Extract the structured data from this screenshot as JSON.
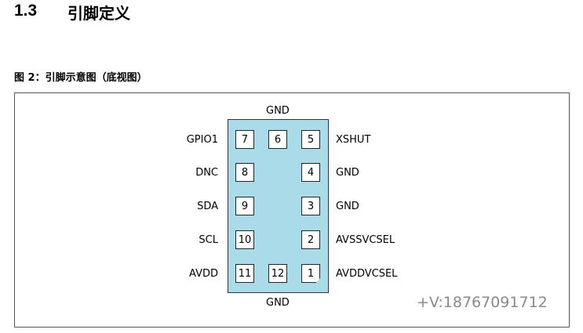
{
  "section": {
    "number": "1.3",
    "title": "引脚定义"
  },
  "figure": {
    "caption": "图 2：引脚示意图（底视图）"
  },
  "chip": {
    "top_label": "GND",
    "bottom_label": "GND",
    "pads": [
      {
        "pin": "7"
      },
      {
        "pin": "6"
      },
      {
        "pin": "5"
      },
      {
        "pin": "8"
      },
      {
        "pin": "4"
      },
      {
        "pin": "9"
      },
      {
        "pin": "3"
      },
      {
        "pin": "10"
      },
      {
        "pin": "2"
      },
      {
        "pin": "11"
      },
      {
        "pin": "12"
      },
      {
        "pin": "1"
      }
    ],
    "left_labels": [
      "GPIO1",
      "DNC",
      "SDA",
      "SCL",
      "AVDD"
    ],
    "right_labels": [
      "XSHUT",
      "GND",
      "GND",
      "AVSSVCSEL",
      "AVDDVCSEL"
    ],
    "body_color": "#a9dbe8"
  },
  "watermark": "+V:18767091712"
}
